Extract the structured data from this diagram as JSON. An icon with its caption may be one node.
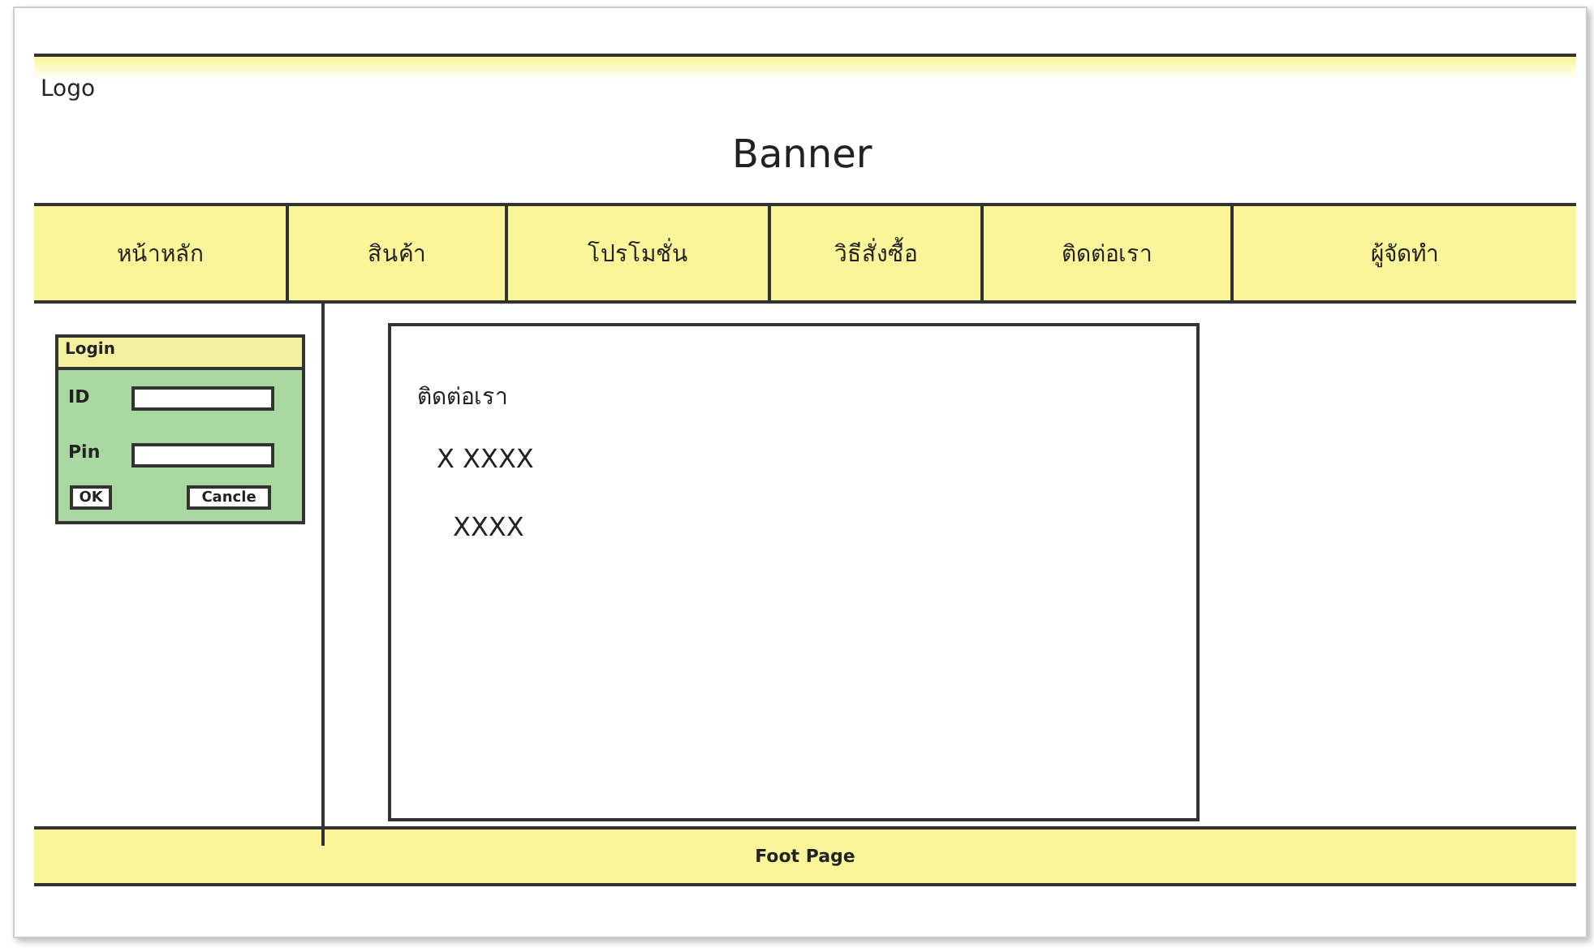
{
  "diagram": {
    "nodes": [
      {
        "text": [
          "Logo",
          "Banner"
        ]
      },
      {
        "text": [
          "หน้าหลัก"
        ]
      },
      {
        "text": [
          "สินค้า"
        ]
      },
      {
        "text": [
          "โปรโมชั่น"
        ]
      },
      {
        "text": [
          "วิธีสั่งซื้อ"
        ]
      },
      {
        "text": [
          "ติดต่อเรา"
        ]
      },
      {
        "text": [
          "ผู้จัดทำ"
        ]
      },
      {
        "text": [
          "Login",
          "ID",
          "Pin"
        ]
      },
      {
        "text": [],
        "shape": "box",
        "in": 7
      },
      {
        "text": [],
        "shape": "box",
        "in": 7
      },
      {
        "text": [
          "OK"
        ],
        "in": 7
      },
      {
        "text": [
          "Cancle"
        ],
        "in": 7
      },
      {
        "text": [
          "ติดต่อเรา",
          "X XXXX",
          "XXXX"
        ]
      },
      {
        "text": [
          "Foot Page"
        ]
      }
    ],
    "edges": []
  }
}
